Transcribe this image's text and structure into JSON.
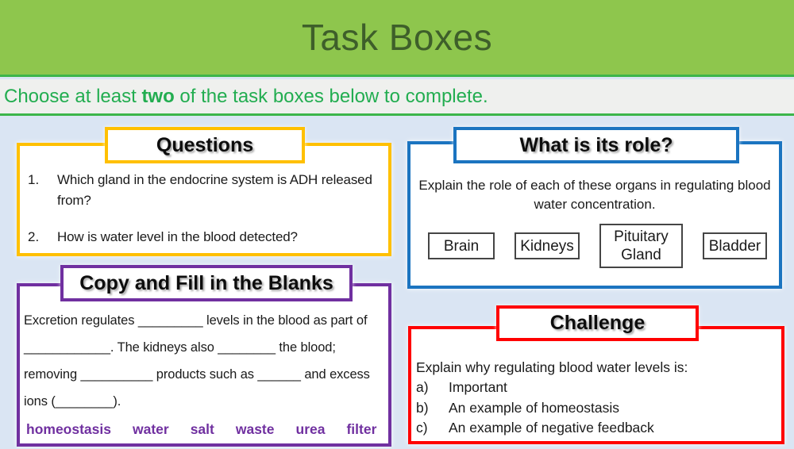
{
  "slide": {
    "title": "Task Boxes",
    "subtitle_prefix": "Choose at least ",
    "subtitle_bold": "two",
    "subtitle_suffix": " of the task boxes below to complete."
  },
  "theme": {
    "banner_green": "#8EC64D",
    "banner_text_green": "#3E5F2A",
    "divider_green": "#3CB54A",
    "subtitle_green": "#22AD50",
    "background_blue": "#DAE5F3",
    "questions_accent": "#FFC000",
    "role_accent": "#1B74C0",
    "blanks_accent": "#7030A0",
    "challenge_accent": "#FF0000",
    "organ_border": "#454545"
  },
  "questions_box": {
    "title": "Questions",
    "items": [
      {
        "num": "1.",
        "text": "Which gland in the endocrine system is ADH released from?"
      },
      {
        "num": "2.",
        "text": "How is water level in the blood detected?"
      }
    ]
  },
  "role_box": {
    "title": "What is its role?",
    "instruction": "Explain the role of each of these organs in regulating blood water concentration.",
    "organs": [
      "Brain",
      "Kidneys",
      "Pituitary Gland",
      "Bladder"
    ]
  },
  "blanks_box": {
    "title": "Copy and Fill in the Blanks",
    "paragraph": "Excretion regulates _________ levels in the blood as part of ____________. The kidneys also ________ the blood; removing __________ products such as ______ and excess ions (________).",
    "word_bank": [
      "homeostasis",
      "water",
      "salt",
      "waste",
      "urea",
      "filter"
    ]
  },
  "challenge_box": {
    "title": "Challenge",
    "intro": "Explain why regulating blood water levels is:",
    "items": [
      {
        "label": "a)",
        "text": "Important"
      },
      {
        "label": "b)",
        "text": "An example of homeostasis"
      },
      {
        "label": "c)",
        "text": "An example of negative feedback"
      }
    ]
  }
}
